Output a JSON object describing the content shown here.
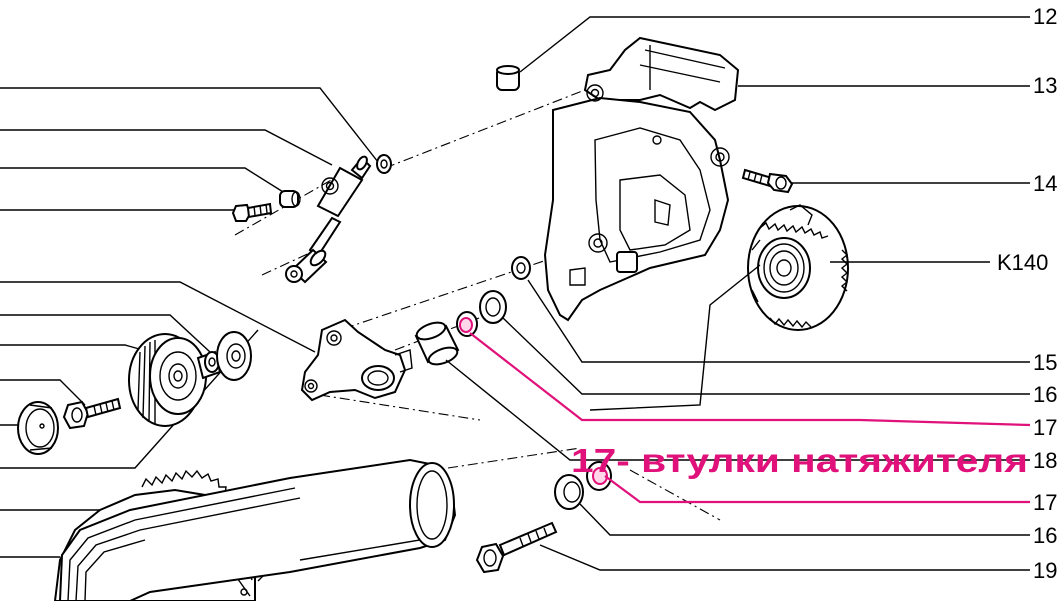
{
  "diagram": {
    "labels": {
      "p12": "12",
      "p13": "13",
      "p14": "14",
      "k140": "K140",
      "p15": "15",
      "p16a": "16",
      "p17a": "17",
      "p18": "18",
      "p17b": "17",
      "p16b": "16",
      "p19": "19"
    },
    "caption": "17- втулки натяжителя",
    "colors": {
      "highlight": "#e0117a",
      "line": "#000000",
      "background": "#ffffff"
    }
  }
}
